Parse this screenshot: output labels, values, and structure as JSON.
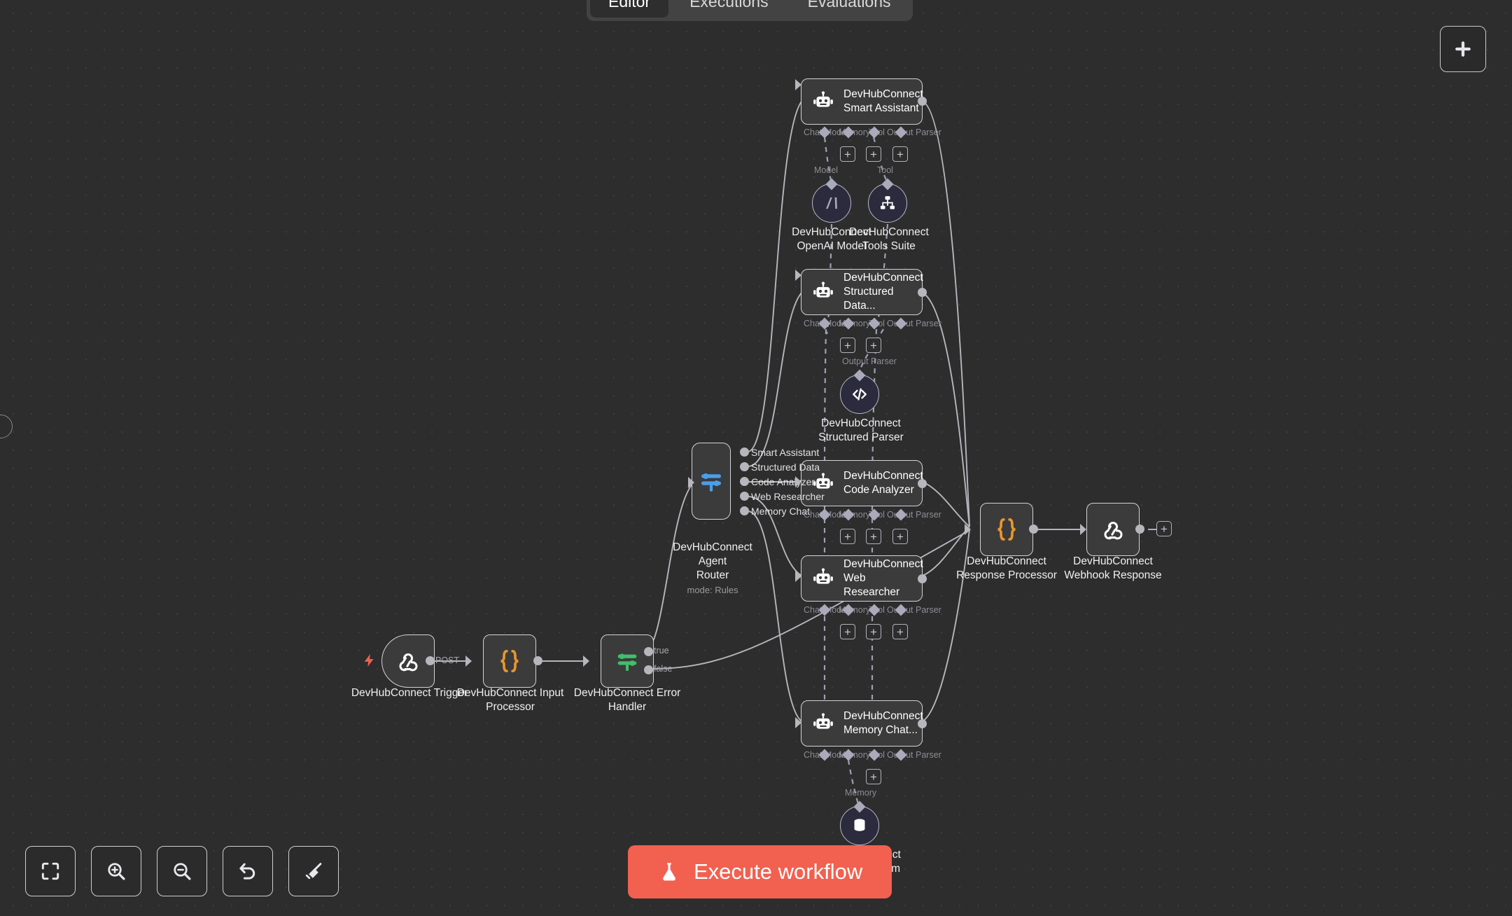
{
  "tabs": [
    {
      "label": "Editor",
      "active": true
    },
    {
      "label": "Executions",
      "active": false
    },
    {
      "label": "Evaluations",
      "active": false
    }
  ],
  "colors": {
    "canvas_bg": "#2d2d2d",
    "node_bg": "#3b3b3b",
    "node_border": "#d4d4d8",
    "subnode_bg": "#2b2b3d",
    "edge": "#b6b6bd",
    "execute_button": "#f2604f",
    "code_icon": "#e8962f",
    "switch_green": "#3fbf6a",
    "router_blue": "#4a9eea",
    "trigger_bolt": "#f2604f"
  },
  "canvas": {
    "add_node_button": {
      "icon": "plus-icon",
      "label": "+"
    },
    "nodes": [
      {
        "id": "trigger",
        "title": "DevHubConnect Trigger",
        "icon": "webhook-icon",
        "shape": "trigger",
        "badge": "lightning-bolt-icon",
        "outputs": [
          {
            "label": "POST"
          }
        ]
      },
      {
        "id": "input-processor",
        "title": "DevHubConnect Input\nProcessor",
        "icon": "code-braces-icon",
        "shape": "square"
      },
      {
        "id": "error-handler",
        "title": "DevHubConnect Error\nHandler",
        "icon": "switch-icon",
        "shape": "square",
        "outputs": [
          {
            "label": "true"
          },
          {
            "label": "false"
          }
        ]
      },
      {
        "id": "agent-router",
        "title": "DevHubConnect Agent\nRouter",
        "subtitle": "mode: Rules",
        "icon": "switch-icon",
        "shape": "router",
        "outputs": [
          {
            "label": "Smart Assistant"
          },
          {
            "label": "Structured Data"
          },
          {
            "label": "Code Analyzer"
          },
          {
            "label": "Web Researcher"
          },
          {
            "label": "Memory Chat"
          }
        ]
      },
      {
        "id": "smart-assistant",
        "title": "DevHubConnect\nSmart Assistant",
        "icon": "robot-icon",
        "shape": "agent",
        "sub_ports": [
          "Chat Model",
          "Memory",
          "Tool",
          "Output Parser"
        ]
      },
      {
        "id": "structured-data",
        "title": "DevHubConnect\nStructured Data...",
        "icon": "robot-icon",
        "shape": "agent",
        "sub_ports": [
          "Chat Model",
          "Memory",
          "Tool",
          "Output Parser"
        ]
      },
      {
        "id": "code-analyzer",
        "title": "DevHubConnect\nCode Analyzer",
        "icon": "robot-icon",
        "shape": "agent",
        "sub_ports": [
          "Chat Model",
          "Memory",
          "Tool",
          "Output Parser"
        ]
      },
      {
        "id": "web-researcher",
        "title": "DevHubConnect\nWeb Researcher",
        "icon": "robot-icon",
        "shape": "agent",
        "sub_ports": [
          "Chat Model",
          "Memory",
          "Tool",
          "Output Parser"
        ]
      },
      {
        "id": "memory-chat",
        "title": "DevHubConnect\nMemory Chat...",
        "icon": "robot-icon",
        "shape": "agent",
        "sub_ports": [
          "Chat Model",
          "Memory",
          "Tool",
          "Output Parser"
        ]
      },
      {
        "id": "response-processor",
        "title": "DevHubConnect\nResponse Processor",
        "icon": "code-braces-icon",
        "shape": "square"
      },
      {
        "id": "webhook-response",
        "title": "DevHubConnect\nWebhook Response",
        "icon": "webhook-icon",
        "shape": "square"
      }
    ],
    "subnodes": [
      {
        "id": "openai-model",
        "title": "DevHubConnect\nOpenAI Model",
        "icon": "anthropic-logo-icon",
        "port_label": "Model"
      },
      {
        "id": "tools-suite",
        "title": "DevHubConnect\nTools Suite",
        "icon": "hierarchy-icon",
        "port_label": "Tool"
      },
      {
        "id": "structured-parser",
        "title": "DevHubConnect\nStructured Parser",
        "icon": "code-tag-icon",
        "port_label": "Output Parser"
      },
      {
        "id": "memory-system",
        "title": "DevHubConnect\nMemory System",
        "icon": "database-icon",
        "port_label": "Memory"
      }
    ]
  },
  "toolbar": {
    "buttons": [
      {
        "id": "fit-view",
        "icon": "fit-screen-icon",
        "label": "Fit view"
      },
      {
        "id": "zoom-in",
        "icon": "zoom-in-icon",
        "label": "Zoom in"
      },
      {
        "id": "zoom-out",
        "icon": "zoom-out-icon",
        "label": "Zoom out"
      },
      {
        "id": "reset-zoom",
        "icon": "undo-icon",
        "label": "Reset zoom"
      },
      {
        "id": "tidy-up",
        "icon": "broom-icon",
        "label": "Tidy up workflow"
      }
    ]
  },
  "execute": {
    "label": "Execute workflow",
    "icon": "flask-icon"
  },
  "labels": {
    "plus": "+"
  }
}
